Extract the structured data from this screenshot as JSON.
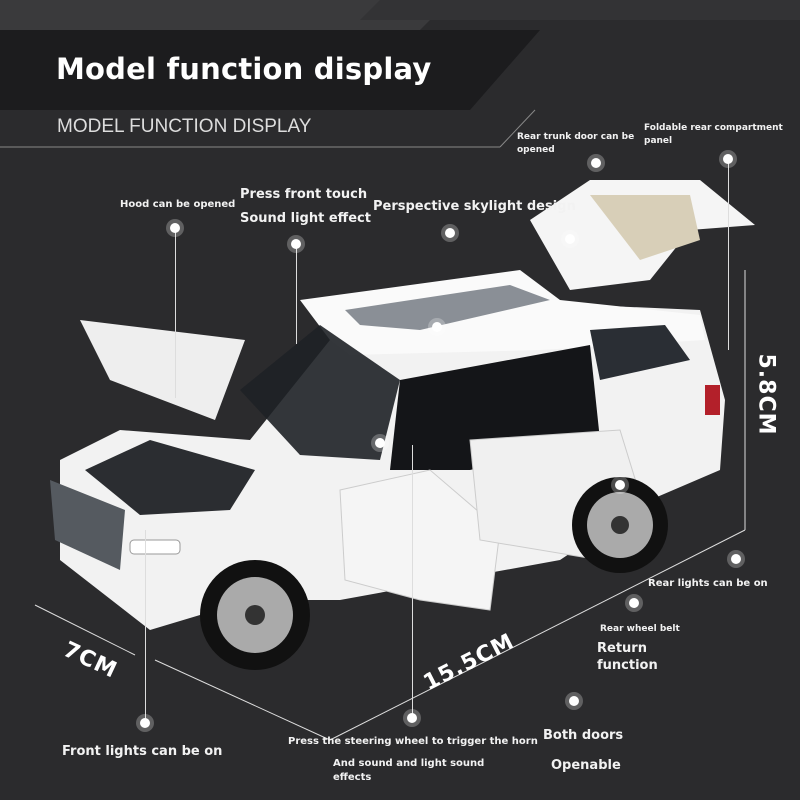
{
  "header": {
    "title": "Model function display",
    "subtitle": "MODEL FUNCTION DISPLAY"
  },
  "callouts": {
    "hood": "Hood can be opened",
    "press_front_1": "Press front touch",
    "press_front_2": "Sound light effect",
    "skylight": "Perspective skylight design",
    "trunk": "Rear trunk door can be opened",
    "panel": "Foldable rear compartment panel",
    "rear_lights": "Rear lights can be on",
    "wheel_belt": "Rear wheel belt",
    "return_1": "Return",
    "return_2": "function",
    "front_lights": "Front lights can be on",
    "steering": "Press the steering wheel to trigger the horn",
    "sound": "And sound and light sound effects",
    "doors_1": "Both doors",
    "doors_2": "Openable"
  },
  "dimensions": {
    "width": "7CM",
    "length": "15.5CM",
    "height": "5.8CM"
  }
}
